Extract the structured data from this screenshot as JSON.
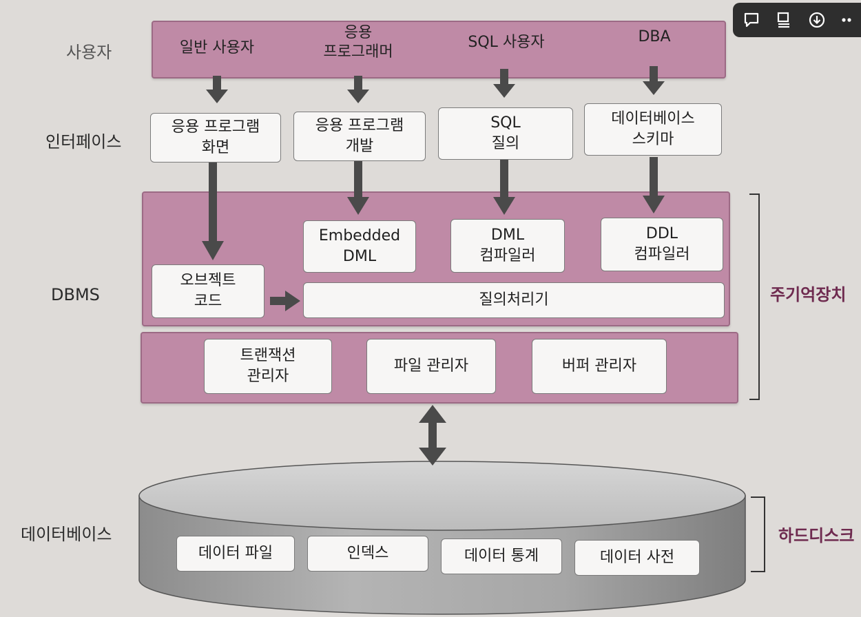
{
  "rows": {
    "users": "사용자",
    "interface": "인터페이스",
    "dbms": "DBMS",
    "database": "데이터베이스"
  },
  "users": {
    "general": "일반 사용자",
    "app_programmer": "응용\n프로그래머",
    "sql_user": "SQL 사용자",
    "dba": "DBA"
  },
  "interfaces": {
    "app_screen": "응용 프로그램\n화면",
    "app_dev": "응용 프로그램\n개발",
    "sql_query": "SQL\n질의",
    "db_schema": "데이터베이스\n스키마"
  },
  "dbms": {
    "embedded_dml": "Embedded\nDML",
    "dml_compiler": "DML\n컴파일러",
    "ddl_compiler": "DDL\n컴파일러",
    "object_code": "오브젝트\n코드",
    "query_processor": "질의처리기",
    "transaction_manager": "트랜잭션\n관리자",
    "file_manager": "파일 관리자",
    "buffer_manager": "버퍼 관리자"
  },
  "storage": {
    "data_file": "데이터 파일",
    "index": "인덱스",
    "data_stats": "데이터 통계",
    "data_dictionary": "데이터 사전"
  },
  "side_labels": {
    "main_memory": "주기억장치",
    "hard_disk": "하드디스크"
  },
  "colors": {
    "band": "#bf8aa6",
    "band_border": "#9c6a85",
    "arrow": "#4a4a4a",
    "side_label": "#6e2a4f"
  },
  "toolbar": {
    "icons": [
      "comment-icon",
      "notes-icon",
      "download-icon",
      "more-icon"
    ]
  }
}
